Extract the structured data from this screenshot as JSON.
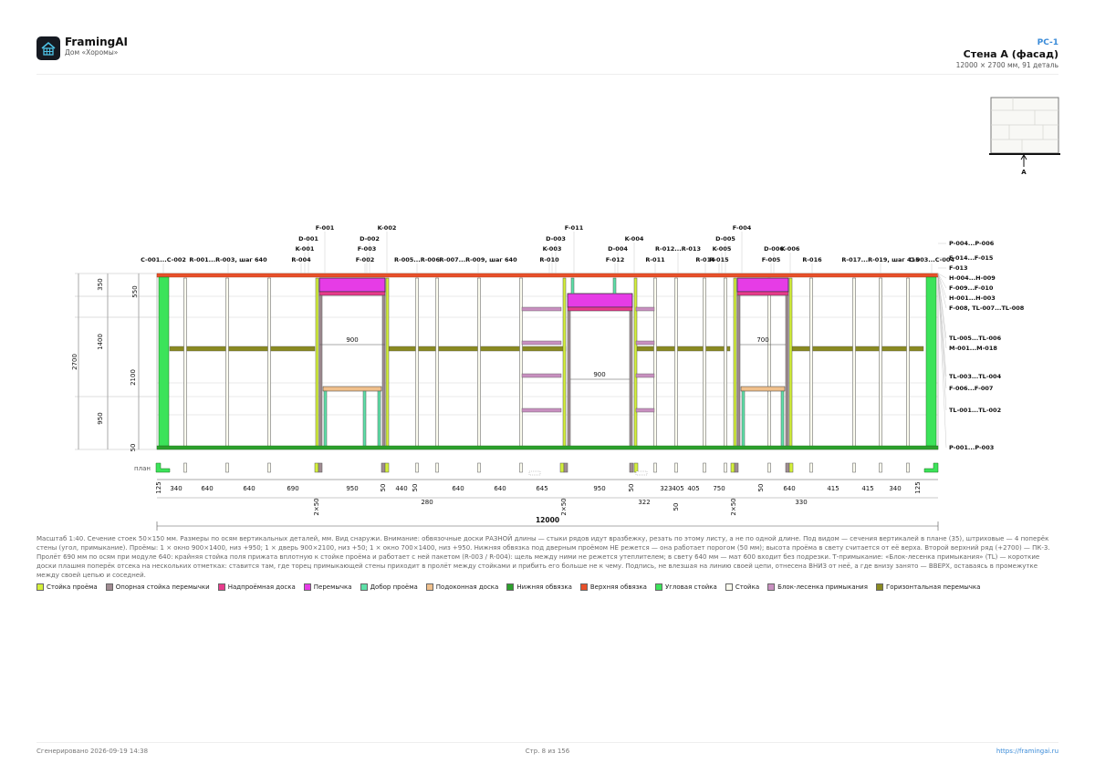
{
  "header": {
    "app_name": "FramingAI",
    "project": "Дом «Хоромы»",
    "sheet_code": "PC-1",
    "sheet_title": "Стена A (фасад)",
    "sheet_meta": "12000 × 2700 мм, 91 деталь",
    "logo_icon": "house-frame-icon"
  },
  "keyplan": {
    "label": "A"
  },
  "drawing": {
    "plan_label": "план",
    "label_rows": [
      [
        "F-001",
        "K-002",
        "F-011",
        "F-004"
      ],
      [
        "D-001",
        "D-002",
        "D-003",
        "K-004",
        "D-005"
      ],
      [
        "K-001",
        "F-003",
        "K-003",
        "D-004",
        "R-012...R-013",
        "K-005",
        "D-006",
        "K-006"
      ],
      [
        "C-001...C-002",
        "R-001...R-003, шаг 640",
        "R-004",
        "F-002",
        "R-005...R-006",
        "R-007...R-009, шаг 640",
        "R-010",
        "F-012",
        "R-011",
        "R-014",
        "R-015",
        "F-005",
        "R-016",
        "R-017...R-019, шаг 415",
        "C-003...C-004"
      ]
    ],
    "right_labels": [
      "P-004...P-006",
      "F-014...F-015",
      "F-013",
      "H-004...H-009",
      "F-009...F-010",
      "H-001...H-003",
      "F-008, TL-007...TL-008",
      "TL-005...TL-006",
      "M-001...M-018",
      "TL-003...TL-004",
      "F-006...F-007",
      "TL-001...TL-002",
      "P-001...P-003"
    ],
    "left_dims_outer": [
      "2700"
    ],
    "left_dims_mid": [
      "350",
      "1400",
      "2100",
      "950",
      "50"
    ],
    "left_dims_inner": [
      "550"
    ],
    "opening_widths": [
      "900",
      "900",
      "700"
    ],
    "bottom_dims_row1": [
      "125",
      "340",
      "640",
      "640",
      "690",
      "950",
      "50",
      "440",
      "50",
      "640",
      "640",
      "645",
      "950",
      "50",
      "323",
      "405",
      "405",
      "750",
      "50",
      "640",
      "415",
      "415",
      "340",
      "125"
    ],
    "bottom_dims_row2": [
      "2×50",
      "280",
      "2×50",
      "322",
      "50",
      "2×50",
      "330"
    ],
    "overall_dim": "12000"
  },
  "note": "Масштаб 1:40. Сечение стоек 50×150 мм. Размеры по осям вертикальных деталей, мм. Вид снаружи. Внимание: обвязочные доски РАЗНОЙ длины — стыки рядов идут вразбежку, резать по этому листу, а не по одной длине. Под видом — сечения вертикалей в плане (35), штриховые — 4 поперёк стены (угол, примыкание). Проёмы: 1 × окно 900×1400, низ +950; 1 × дверь 900×2100, низ +50; 1 × окно 700×1400, низ +950. Нижняя обвязка под дверным проёмом НЕ режется — она работает порогом (50 мм); высота проёма в свету считается от её верха. Второй верхний ряд (+2700) — ПК-3. Пролёт 690 мм по осям при модуле 640: крайняя стойка поля прижата вплотную к стойке проёма и работает с ней пакетом (R-003 / R-004): щель между ними не режется утеплителем; в свету 640 мм — мат 600 входит без подрезки. Т-примыкание: «Блок-лесенка примыкания» (TL) — короткие доски плашмя поперёк отсека на нескольких отметках: ставится там, где торец примыкающей стены приходит в пролёт между стойками и прибить его больше не к чему. Подпись, не влезшая на линию своей цепи, отнесена ВНИЗ от неё, а где внизу занято — ВВЕРХ, оставаясь в промежутке между своей цепью и соседней.",
  "legend": [
    {
      "label": "Стойка проёма",
      "color": "#d4f03a"
    },
    {
      "label": "Опорная стойка перемычки",
      "color": "#a08c92"
    },
    {
      "label": "Надпроёмная доска",
      "color": "#e83c8c"
    },
    {
      "label": "Перемычка",
      "color": "#e63ce6"
    },
    {
      "label": "Добор проёма",
      "color": "#5de0a8"
    },
    {
      "label": "Подоконная доска",
      "color": "#f0c08c"
    },
    {
      "label": "Нижняя обвязка",
      "color": "#2ca02c"
    },
    {
      "label": "Верхняя обвязка",
      "color": "#e8502a"
    },
    {
      "label": "Угловая стойка",
      "color": "#3ce35a"
    },
    {
      "label": "Стойка",
      "color": "#fbfbee"
    },
    {
      "label": "Блок-лесенка примыкания",
      "color": "#c890c0"
    },
    {
      "label": "Горизонтальная перемычка",
      "color": "#8a8a20"
    }
  ],
  "footer": {
    "generated": "Сгенерировано 2026-09-19 14:38",
    "page": "Стр. 8 из 156",
    "url": "https://framingai.ru"
  }
}
